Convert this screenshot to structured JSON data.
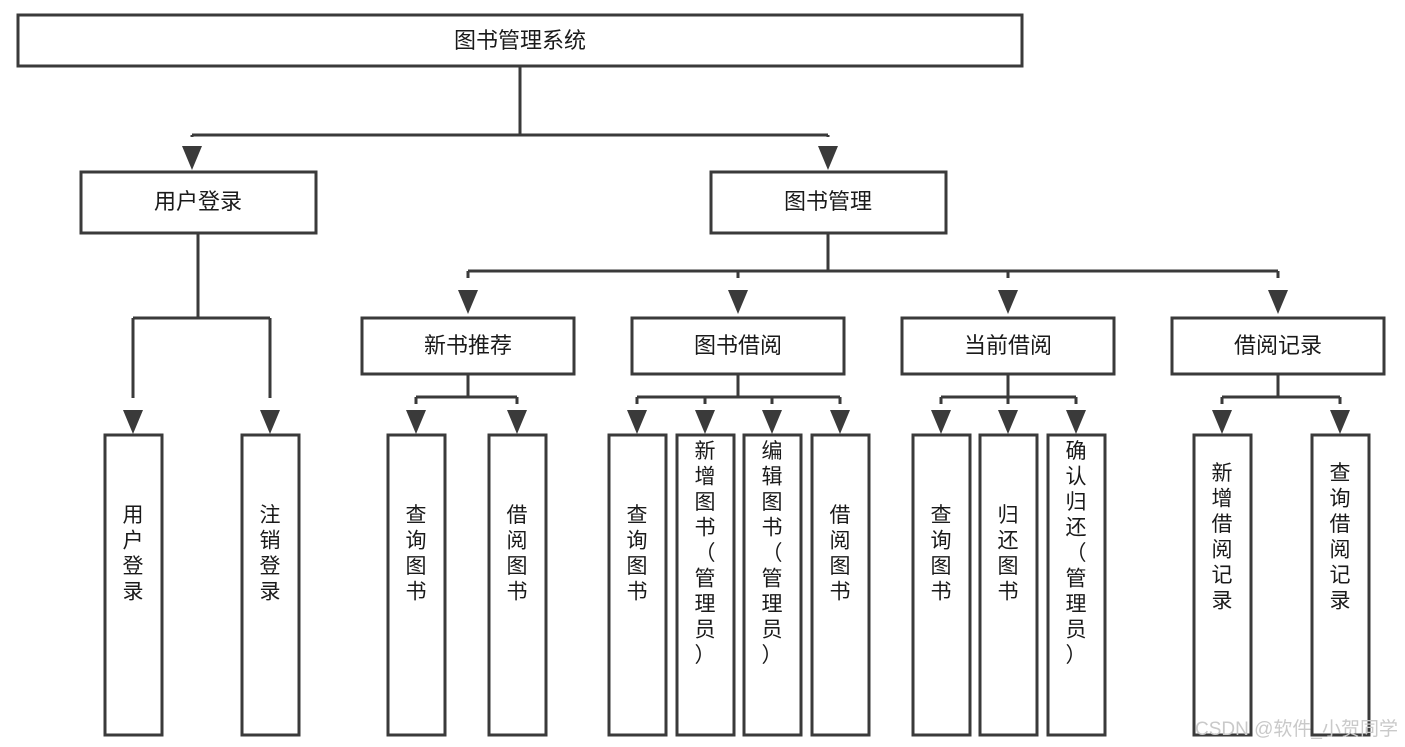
{
  "diagram": {
    "type": "hierarchy-tree",
    "title": "图书管理系统",
    "watermark": "CSDN @软件_小贺同学",
    "colors": {
      "stroke": "#3a3a3a",
      "fill": "#ffffff",
      "text": "#1a1a1a",
      "watermark": "#c9c9c9",
      "background": "#ffffff"
    },
    "root": {
      "label": "图书管理系统"
    },
    "level2": [
      {
        "label": "用户登录"
      },
      {
        "label": "图书管理"
      }
    ],
    "level3": [
      {
        "label": "新书推荐"
      },
      {
        "label": "图书借阅"
      },
      {
        "label": "当前借阅"
      },
      {
        "label": "借阅记录"
      }
    ],
    "leaves": {
      "user_login": [
        {
          "label": "用户登录"
        },
        {
          "label": "注销登录"
        }
      ],
      "new_book_recommend": [
        {
          "label": "查询图书"
        },
        {
          "label": "借阅图书"
        }
      ],
      "book_borrow": [
        {
          "label": "查询图书"
        },
        {
          "label": "新增图书（管理员）"
        },
        {
          "label": "编辑图书（管理员）"
        },
        {
          "label": "借阅图书"
        }
      ],
      "current_borrow": [
        {
          "label": "查询图书"
        },
        {
          "label": "归还图书"
        },
        {
          "label": "确认归还（管理员）"
        }
      ],
      "borrow_record": [
        {
          "label": "新增借阅记录"
        },
        {
          "label": "查询借阅记录"
        }
      ]
    }
  }
}
